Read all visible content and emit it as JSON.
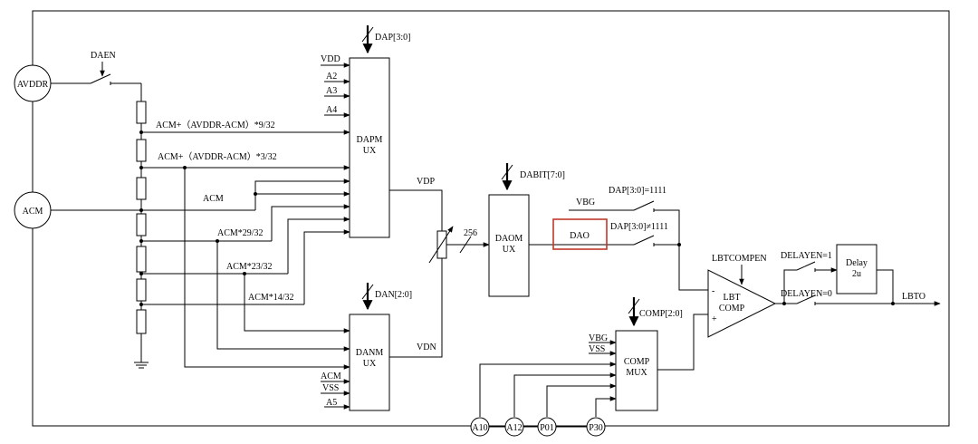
{
  "pins": {
    "avddr": "AVDDR",
    "acm": "ACM",
    "a10": "A10",
    "a12": "A12",
    "p01": "P01",
    "p30": "P30"
  },
  "switches": {
    "daen": "DAEN",
    "dap_eq": "DAP[3:0]=1111",
    "dap_ne": "DAP[3:0]≠1111",
    "delayen1": "DELAYEN=1",
    "delayen0": "DELAYEN=0"
  },
  "ladder_taps": {
    "t1": "ACM+（AVDDR-ACM）*9/32",
    "t2": "ACM+（AVDDR-ACM）*3/32",
    "t3": "ACM",
    "t4": "ACM*29/32",
    "t5": "ACM*23/32",
    "t6": "ACM*14/32"
  },
  "dapmux": {
    "title_1": "DAPM",
    "title_2": "UX",
    "select": "DAP[3:0]",
    "inputs": [
      "VDD",
      "A2",
      "A3",
      "A4"
    ]
  },
  "danmux": {
    "title_1": "DANM",
    "title_2": "UX",
    "select": "DAN[2:0]",
    "inputs": [
      "ACM",
      "VSS",
      "A5"
    ]
  },
  "daomux": {
    "title_1": "DAOM",
    "title_2": "UX",
    "select": "DABIT[7:0]",
    "bus": "256"
  },
  "nets": {
    "vdp": "VDP",
    "vdn": "VDN",
    "vbg": "VBG",
    "lbto": "LBTO"
  },
  "dao_label": "DAO",
  "dao_color": "#c0392b",
  "compmux": {
    "title_1": "COMP",
    "title_2": "MUX",
    "select": "COMP[2:0]",
    "inputs": [
      "VBG",
      "VSS"
    ]
  },
  "comparator": {
    "title_1": "LBT",
    "title_2": "COMP",
    "enable": "LBTCOMPEN",
    "minus": "-",
    "plus": "+"
  },
  "delay": {
    "title_1": "Delay",
    "title_2": "2u"
  }
}
